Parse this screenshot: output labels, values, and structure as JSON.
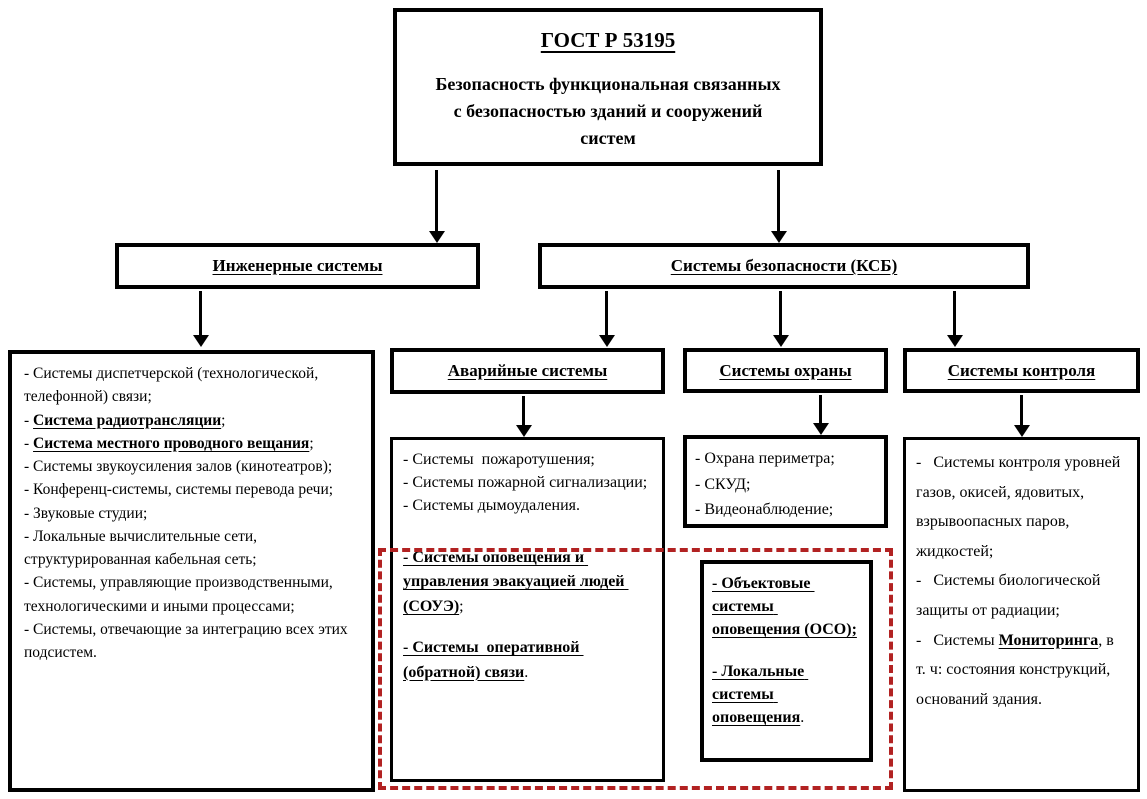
{
  "diagram": {
    "accent_red": "#b22222",
    "line_color": "#000000"
  },
  "top_box": {
    "title": "ГОСТ Р 53195",
    "subtitle": "Безопасность функциональная связанных с безопасностью зданий и сооружений систем"
  },
  "level2": {
    "engineering_label": "Инженерные системы",
    "security_label": "Системы безопасности (КСБ)"
  },
  "level3": {
    "emergency_label": "Аварийные системы",
    "guard_label": "Системы охраны",
    "control_label": "Системы контроля"
  },
  "engineering_box": {
    "item1": "- Системы диспетчерской (технологической, телефонной) связи;",
    "item2_dash": "- ",
    "item2_emph": "Система радиотрансляции",
    "item2_tail": ";",
    "item3_dash": "- ",
    "item3_emph": "Система местного проводного вещания",
    "item3_tail": ";",
    "item4": "- Системы звукоусиления залов (кинотеатров);",
    "item5": "- Конференц-системы, системы перевода речи;",
    "item6": "- Звуковые студии;",
    "item7": "- Локальные вычислительные сети, структурированная кабельная сеть;",
    "item8": "- Системы, управляющие производственными, технологическими и иными процессами;",
    "item9": "- Системы, отвечающие за интеграцию всех этих подсистем."
  },
  "emergency_box": {
    "item1": "- Системы  пожаротушения;",
    "item2": "- Системы пожарной сигнализации;",
    "item3": "- Системы дымоудаления.",
    "item4_emph": "- Системы оповещения и управления эвакуацией людей (СОУЭ)",
    "item4_tail": ";",
    "item5_emph": "- Системы  оперативной (обратной) связи",
    "item5_tail": "."
  },
  "guard_box": {
    "item1": "- Охрана периметра;",
    "item2": "- СКУД;",
    "item3": "- Видеонаблюдение;"
  },
  "oso_box": {
    "item1_emph": "- Объектовые системы оповещения (ОСО);",
    "item2_emph": "- Локальные системы оповещения",
    "item2_tail": "."
  },
  "control_box": {
    "item1": "-   Системы контроля уровней газов, окисей, ядовитых, взрывоопасных паров, жидкостей;",
    "item2": "-   Системы биологической защиты от радиации;",
    "item3_pre": "-   Системы ",
    "item3_emph": "Мониторинга",
    "item3_tail": ", в т. ч: состояния конструкций, оснований здания."
  }
}
